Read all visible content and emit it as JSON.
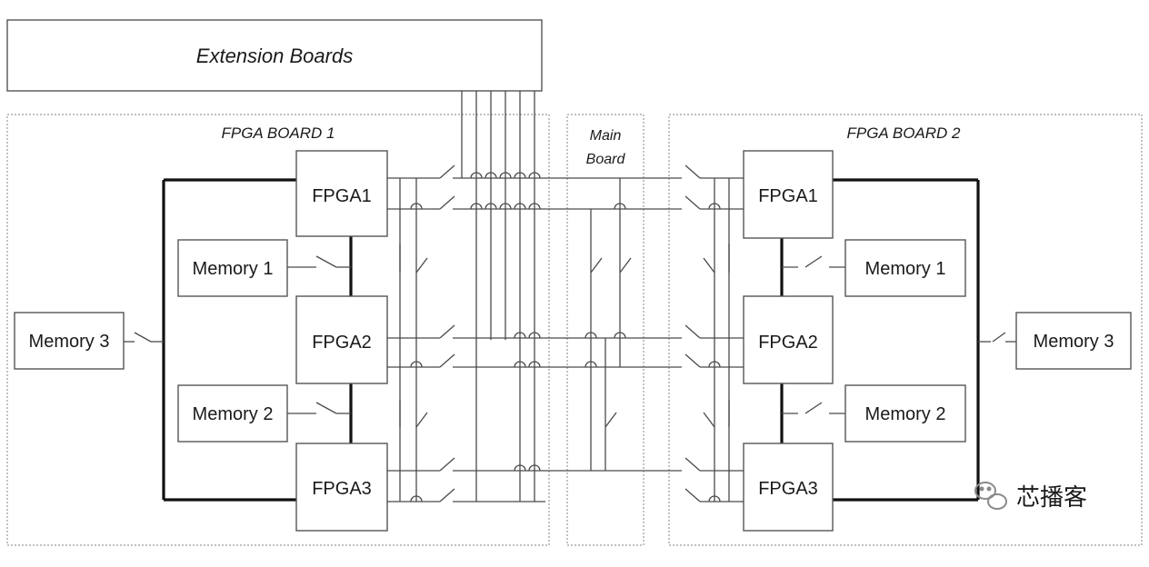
{
  "extension": {
    "label": "Extension Boards"
  },
  "boards": {
    "board1": {
      "title": "FPGA BOARD 1"
    },
    "main": {
      "title_line1": "Main",
      "title_line2": "Board"
    },
    "board2": {
      "title": "FPGA BOARD 2"
    }
  },
  "fpga_labels": [
    "FPGA1",
    "FPGA2",
    "FPGA3"
  ],
  "memory_labels": {
    "m1": "Memory 1",
    "m2": "Memory 2",
    "m3": "Memory 3"
  },
  "watermark": {
    "text": "芯播客",
    "icon": "wechat-icon"
  }
}
